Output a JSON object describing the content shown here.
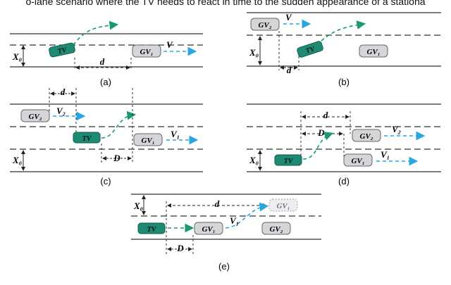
{
  "caption": "o-lane scenario where the TV needs to react in time to the sudden appearance of a stationa",
  "colors": {
    "target_vehicle": "#1e8a73",
    "trajectory": "#1a9a6a",
    "velocity_arrow": "#27a6e0",
    "other_vehicle": "#d4d6da"
  },
  "panels": {
    "a": {
      "caption": "(a)",
      "lane_width": "X₀",
      "tv": "TV",
      "gv1": "GV₁",
      "v": "V",
      "d": "d"
    },
    "b": {
      "caption": "(b)",
      "lane_width": "X₀",
      "tv": "TV",
      "gv1": "GV₁",
      "gv2": "GV₂",
      "v": "V",
      "d": "d"
    },
    "c": {
      "caption": "(c)",
      "lane_width": "X₀",
      "tv": "TV",
      "gv1": "GV₁",
      "gv2": "GV₂",
      "v1": "V₁",
      "v2": "V₂",
      "d": "d",
      "D": "D"
    },
    "d": {
      "caption": "(d)",
      "lane_width": "X₀",
      "tv": "TV",
      "gv1": "GV₁",
      "gv2": "GV₂",
      "v1": "V₁",
      "v2": "V₂",
      "d": "d",
      "D": "D"
    },
    "e": {
      "caption": "(e)",
      "lane_width": "X₀",
      "tv": "TV",
      "gv1": "GV₁",
      "gv1_ghost": "GV₁",
      "gv2": "GV₂",
      "v1": "V₁",
      "d": "d",
      "D": "D"
    }
  }
}
